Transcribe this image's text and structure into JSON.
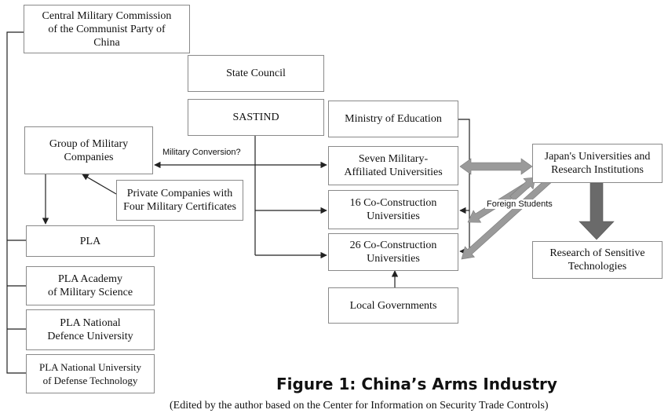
{
  "nodes": {
    "cmc": "Central Military Commission\nof the Communist Party of\nChina",
    "state_council": "State Council",
    "sastind": "SASTIND",
    "moe": "Ministry of Education",
    "military_companies": "Group of Military\nCompanies",
    "private_companies": "Private Companies with\nFour Military Certificates",
    "seven_universities": "Seven Military-\nAffiliated Universities",
    "co16": "16 Co-Construction\nUniversities",
    "co26": "26 Co-Construction\nUniversities",
    "local_gov": "Local Governments",
    "japan": "Japan's Universities and\nResearch Institutions",
    "sensitive": "Research of Sensitive\nTechnologies",
    "pla": "PLA",
    "ams": "PLA Academy\nof Military Science",
    "ndu": "PLA National\nDefence University",
    "nudt": "PLA National University\nof Defense Technology"
  },
  "labels": {
    "military_conversion": "Military Conversion?",
    "foreign_students": "Foreign Students"
  },
  "caption": {
    "title": "Figure 1: China’s Arms Industry",
    "source": "(Edited by the author based on the Center for Information on Security Trade Controls)"
  },
  "colors": {
    "box_border": "#8a8a8a",
    "line": "#222222",
    "thick_arrow": "#9a9a9a",
    "dark_arrow": "#6a6a6a"
  }
}
